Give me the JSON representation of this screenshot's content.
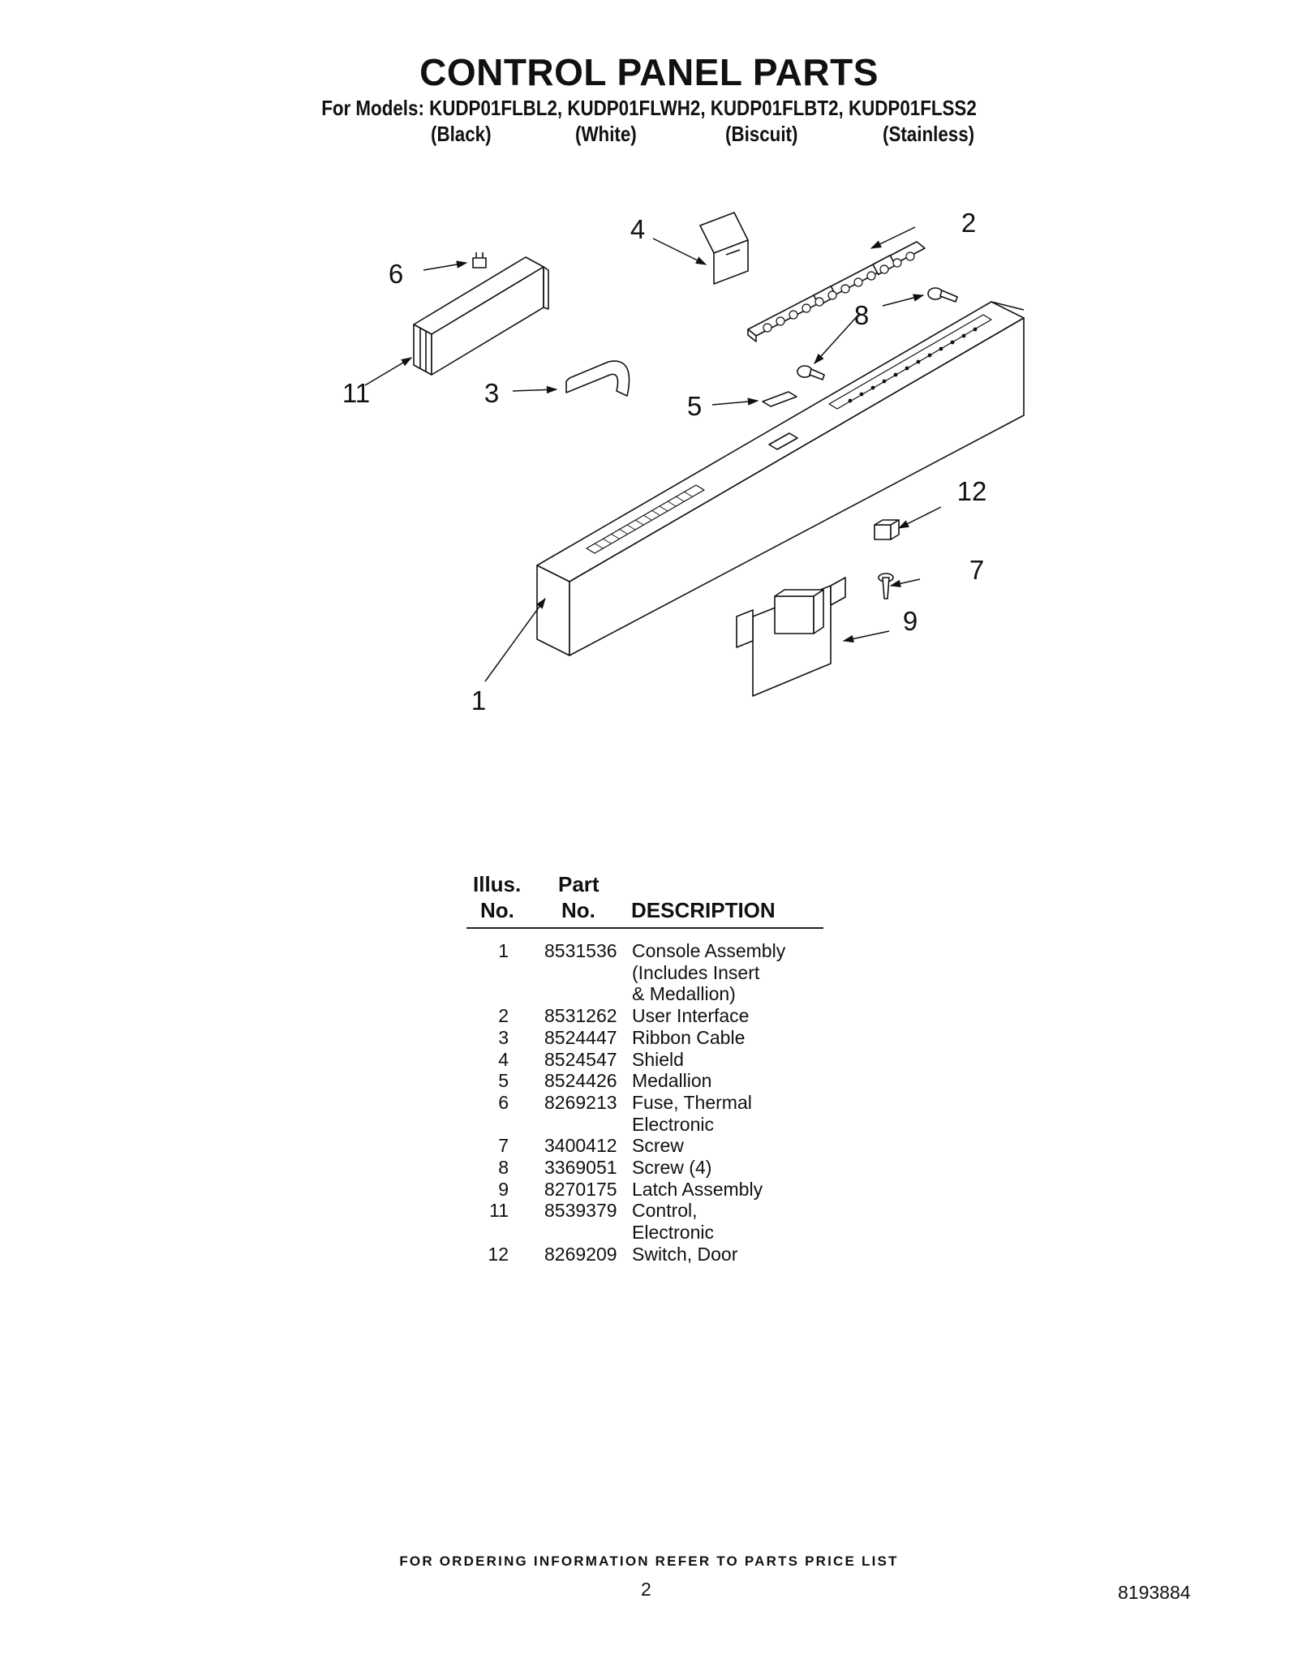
{
  "header": {
    "title": "CONTROL PANEL PARTS",
    "models_line": "For Models: KUDP01FLBL2, KUDP01FLWH2, KUDP01FLBT2, KUDP01FLSS2",
    "colors": [
      "(Black)",
      "(White)",
      "(Biscuit)",
      "(Stainless)"
    ]
  },
  "diagram": {
    "callouts": [
      "1",
      "2",
      "3",
      "4",
      "5",
      "6",
      "7",
      "8",
      "9",
      "11",
      "12"
    ]
  },
  "table": {
    "header": {
      "illus_line1": "Illus.",
      "illus_line2": "No.",
      "part_line1": "Part",
      "part_line2": "No.",
      "description": "DESCRIPTION"
    },
    "rows": [
      {
        "illus": "1",
        "part": "8531536",
        "description": "Console Assembly\n(Includes Insert\n& Medallion)"
      },
      {
        "illus": "2",
        "part": "8531262",
        "description": "User Interface"
      },
      {
        "illus": "3",
        "part": "8524447",
        "description": "Ribbon Cable"
      },
      {
        "illus": "4",
        "part": "8524547",
        "description": "Shield"
      },
      {
        "illus": "5",
        "part": "8524426",
        "description": "Medallion"
      },
      {
        "illus": "6",
        "part": "8269213",
        "description": "Fuse, Thermal\nElectronic"
      },
      {
        "illus": "7",
        "part": "3400412",
        "description": "Screw"
      },
      {
        "illus": "8",
        "part": "3369051",
        "description": "Screw (4)"
      },
      {
        "illus": "9",
        "part": "8270175",
        "description": "Latch Assembly"
      },
      {
        "illus": "11",
        "part": "8539379",
        "description": "Control,\nElectronic"
      },
      {
        "illus": "12",
        "part": "8269209",
        "description": "Switch, Door"
      }
    ]
  },
  "footer": {
    "ordering_note": "FOR ORDERING INFORMATION REFER TO PARTS PRICE LIST",
    "page_number": "2",
    "document_number": "8193884"
  }
}
